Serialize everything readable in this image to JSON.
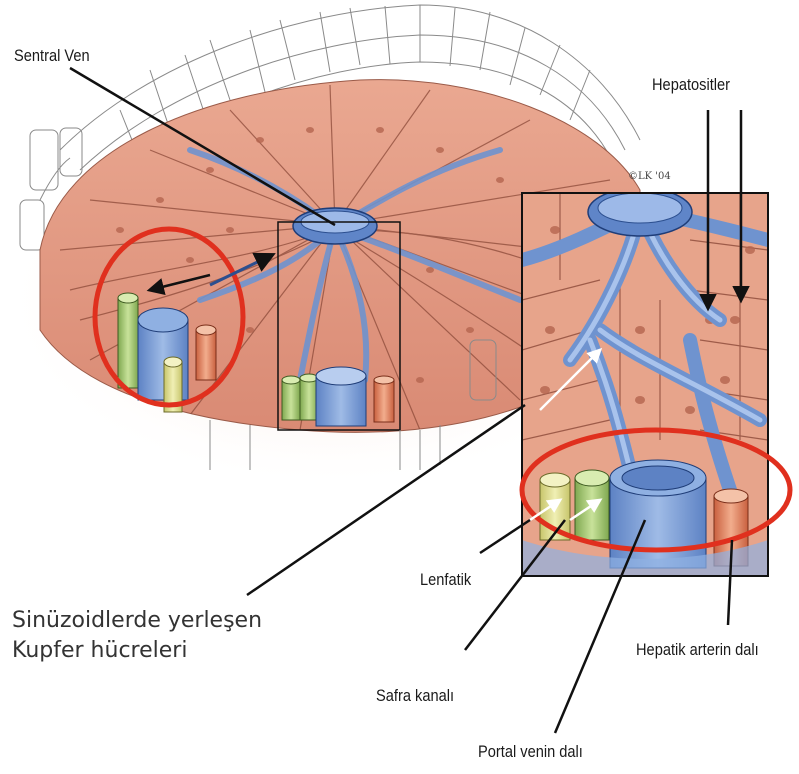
{
  "labels": {
    "sentral_ven": "Sentral Ven",
    "hepatositler": "Hepatositler",
    "lenfatik": "Lenfatik",
    "kupfer_line1": "Sinüzoidlerde yerleşen",
    "kupfer_line2": "Kupfer hücreleri",
    "hepatik_arter": "Hepatik arterin dalı",
    "safra_kanali": "Safra kanalı",
    "portal_ven": "Portal venin dalı"
  },
  "credit": "©LK '04",
  "colors": {
    "hepatocyte": "#e8a48a",
    "vein": "#7b9fd6",
    "bile_duct": "#a9c97a",
    "artery": "#e58a6a",
    "highlight_ring": "#e0301e",
    "outline": "#222222"
  }
}
